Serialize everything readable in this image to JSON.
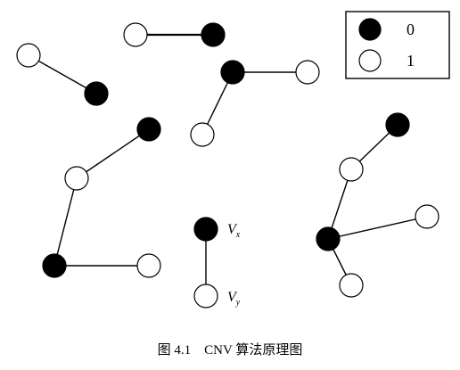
{
  "figure": {
    "caption": "图 4.1　CNV 算法原理图"
  },
  "legend": {
    "items": [
      {
        "fill": "black",
        "label": "0"
      },
      {
        "fill": "white",
        "label": "1"
      }
    ]
  },
  "labels": {
    "vx_main": "V",
    "vx_sub": "x",
    "vy_main": "V",
    "vy_sub": "y"
  },
  "colors": {
    "black_node": "#000000",
    "white_node": "#ffffff",
    "line": "#000000"
  }
}
